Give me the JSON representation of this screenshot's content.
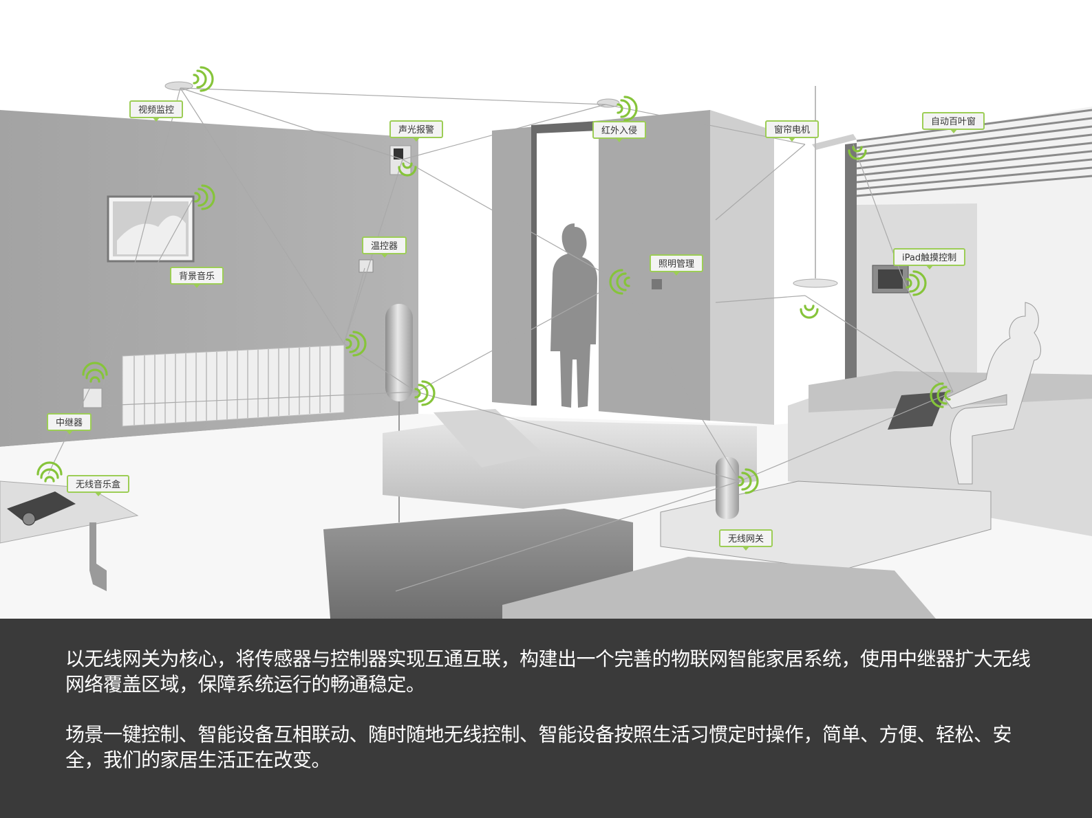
{
  "labels": {
    "video_monitor": "视频监控",
    "sound_light_alarm": "声光报警",
    "infrared_intrusion": "红外入侵",
    "curtain_motor": "窗帘电机",
    "auto_blinds": "自动百叶窗",
    "background_music": "背景音乐",
    "thermostat": "温控器",
    "lighting_control": "照明管理",
    "ipad_touch_control": "iPad触摸控制",
    "repeater": "中继器",
    "wireless_music_box": "无线音乐盒",
    "wireless_gateway": "无线网关"
  },
  "caption": {
    "paragraph_1": "以无线网关为核心，将传感器与控制器实现互通互联，构建出一个完善的物联网智能家居系统，使用中继器扩大无线网络覆盖区域，保障系统运行的畅通稳定。",
    "paragraph_2": "场景一键控制、智能设备互相联动、随时随地无线控制、智能设备按照生活习惯定时操作，简单、方便、轻松、安全，我们的家居生活正在改变。"
  },
  "colors": {
    "tag_border": "#9ccd55",
    "wifi_green": "#86c43a",
    "caption_bg": "#3a3a3a",
    "wall_gray": "#a8a8a8"
  }
}
